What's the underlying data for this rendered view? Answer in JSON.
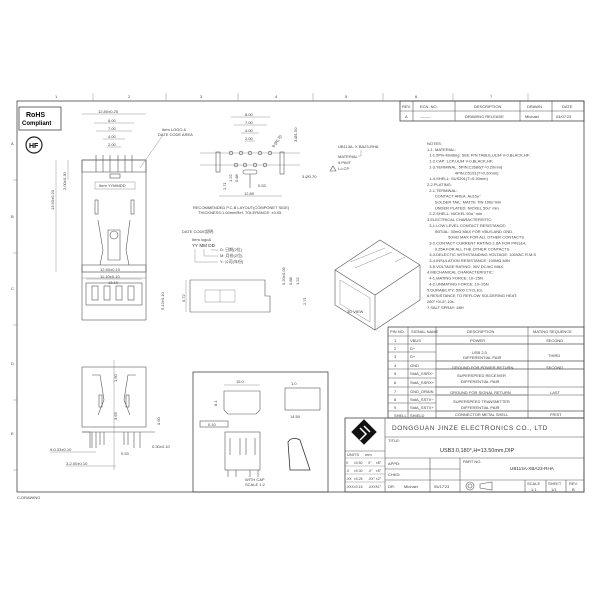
{
  "zones": {
    "cols": [
      "1",
      "2",
      "3",
      "4",
      "5",
      "6",
      "7"
    ],
    "rows": [
      "A",
      "B",
      "C",
      "D",
      "E"
    ]
  },
  "rohs": {
    "line1": "RoHS",
    "line2": "Compliant"
  },
  "hf_mark": "HF",
  "revision_table": {
    "headers": [
      "REV.",
      "ECN. NO.",
      "DESCRIPTION",
      "DRAWN",
      "DATE"
    ],
    "rows": [
      [
        "A",
        "--------",
        "DRAWING RELEASE",
        "Michael",
        "04/07'23"
      ]
    ]
  },
  "front_view": {
    "dims_top": [
      "12.80±0.25",
      "8.00",
      "7.00",
      "4.00",
      "2.00"
    ],
    "dim_left_outer": "13.50±0.20",
    "dim_left_inner": "2.00±0.30",
    "dim_bottom": "13.10",
    "marking": "Item YYMMDD",
    "callout": [
      "Item LOGO &",
      "DATE CODE AREA"
    ]
  },
  "pcb_layout": {
    "dims_top": [
      "8.00",
      "7.00",
      "4.00",
      "2.00"
    ],
    "hole_note": "9-Ø0.70",
    "peg_note": "3-Ø1.50",
    "slot_note": "3-Ø0.70",
    "dim_053": "0.53",
    "dim_width": "12.80",
    "dims_left": [
      "2.71",
      "1.22",
      "0.88"
    ],
    "caption1": "RECOMMENDED P.C.B LAYOUT(COMPONET SIDE)",
    "caption2": "THICKNESS:1.60mmRef.  TOLERANCE: ±0.05"
  },
  "part_number_key": {
    "pn": "UB113A- X BA23-RHA",
    "label": "MATERIAL",
    "options": [
      "9:PA9T",
      "L:LCP"
    ]
  },
  "notes": [
    "NOTES:",
    "1-1. MATERIAL:",
    "  1-1.5Pin-Molding: SEE P/N TABLE,UL94 V-0,BLACK,HF;",
    "  1-2.CAP: LCP,UL94 V-0,BLACK,HF;",
    "  1-3.TERMINAL: 5PIN:C2680(T=0.20mm)",
    "                         4PIN:C5191(T=0.20mm)",
    "  1-4.SHELL: SUS201(T=0.30mm)",
    "2-2.PLATING:",
    "  2-1.TERMINAL:",
    "       CONTACT AREA: Au15u\"",
    "       SOLDER TAIL: MATTE TIN 100u\"min",
    "       UNDER PLATED: NICKEL 50u\" min",
    "  2-2.SHELL: NICKEL 50u\" min",
    "3.ELECTRICAL CHARACTERISTIC:",
    "  3-1.LOW LEVEL CONTACT RESISTANCE:",
    "       INITIAL: 30mΩ MAX FOR VBUS AND GND",
    "                   50mΩ MAX FOR ALL OTHER CONTACTS",
    "  3-2.CONTACT CURRENT RATING:1.8A FOR PIN1&4,",
    "       0.25A FOR ALL THE OTHER CONTACTS.",
    "  3-3.DELECTIC WITHSTANDING VOLTAGE: 100VAC R.M.S",
    "  3-4.INSULATION RESISTANCE: 100MΩ MIN",
    "  3-5.VOLTAGE RATING: 30V DC/AC MAX.",
    "4.MECHANICAL CHARACTERISTIC:",
    "  4-1.MATING FORCE: 10~25N",
    "  4-2.UNMATING FORCE: 10~25N",
    "5.DURABILITY: 5000 CYCLES.",
    "6.RESISTANCE TO REFLOW SOLDERING HEAT:",
    "260°+0/-5°,10s.",
    "7.SALT SPRAY: 48H"
  ],
  "date_code": {
    "title": "DATE CODE說明:",
    "line1": "Item logo&",
    "line2": "YY MM DD",
    "legend": [
      "D: 日期(2位)",
      "M: 月份(2位)",
      "Y: 公司(年份)"
    ]
  },
  "side_view": {
    "dim_height": "5.72",
    "dims": [
      "0.20±0.05",
      "0.88",
      "1.22",
      "2.71"
    ]
  },
  "left_view": {
    "dims_top": [
      "12.50±0.10",
      "11.10±0.10"
    ],
    "dim_right": "5.12±0.10"
  },
  "view_3d_label": "3D VIEW",
  "bottom_view": {
    "dims": [
      "1.50",
      "3.63",
      "0.50",
      "9-0.33±0.10",
      "0.30±0.10",
      "0.53",
      "3-2.00±0.10"
    ]
  },
  "cap_detail": {
    "dim_width": "15.0",
    "dim_height": "8.1",
    "dim_side1": "1.0",
    "dim_side2": "14.50",
    "flatness": "0.10",
    "caption1": "WITH CAP",
    "caption2": "SCALE 1:2"
  },
  "pin_table": {
    "headers": [
      "PIN NO.",
      "SIGNAL NAME",
      "DESCRIPTION",
      "MATING SEQUENCE"
    ],
    "rows": [
      {
        "pin": "1",
        "signal": "VBUS"
      },
      {
        "pin": "2",
        "signal": "D−"
      },
      {
        "pin": "3",
        "signal": "D+"
      },
      {
        "pin": "4",
        "signal": "GND"
      },
      {
        "pin": "5",
        "signal": "StdA_SSRX−"
      },
      {
        "pin": "6",
        "signal": "StdA_SSRX+"
      },
      {
        "pin": "7",
        "signal": "GND_DRAIN"
      },
      {
        "pin": "8",
        "signal": "StdA_SSTX−"
      },
      {
        "pin": "9",
        "signal": "StdA_SSTX+"
      },
      {
        "pin": "SHELL",
        "signal": "SHIELD"
      }
    ],
    "descriptions": {
      "power": "POWER",
      "usb2": [
        "USB 2.0",
        "DIFFERENTIAL PAIR"
      ],
      "gnd_power": "GROUND FOR POWER RETURN",
      "ss_rx": [
        "SUPERSPEED RECEIVER",
        "DIFFERENTIAL PAIR"
      ],
      "gnd_signal": "GROUND FOR SIGNAL RETURN",
      "ss_tx": [
        "SUPERSPEED TRANSMITTER",
        "DIFFERENTIAL PAIR"
      ],
      "shell": "CONNECTOR METAL SHELL"
    },
    "sequence": {
      "second": "SECOND",
      "third": "THIRD",
      "second2": "SECOND",
      "last": "LAST",
      "first": "FRIST"
    }
  },
  "title_block": {
    "company": "DONGGUAN JINZE ELECTRONICS CO., LTD",
    "title_label": "TITLE:",
    "title": "USB3.0,180°,H=13.50mm,DIP",
    "units_label": "UNITS",
    "units": "mm",
    "tolerances": [
      [
        "X",
        "±0.50",
        "X°",
        "±8°"
      ],
      [
        ".X",
        "±0.30",
        ".X°",
        "±5°"
      ],
      [
        ".XX",
        "±0.25",
        ".XX°",
        "±2°"
      ],
      [
        ".XXX",
        "±0.15",
        ".XXX°",
        "±1°"
      ]
    ],
    "appd_label": "APPD:",
    "chkd_label": "CHKD:",
    "dr_label": "DR:",
    "drawn_by": "Michael",
    "date": "05/17'23",
    "part_no_label": "PART NO.",
    "part_no": "UB113A-XBA23-RHA",
    "scale_label": "SCALE",
    "scale": "1:1",
    "sheet_label": "SHEET",
    "sheet": "1/1",
    "rev_label": "REV.",
    "rev": "B"
  },
  "footer": "C-DRAWING"
}
